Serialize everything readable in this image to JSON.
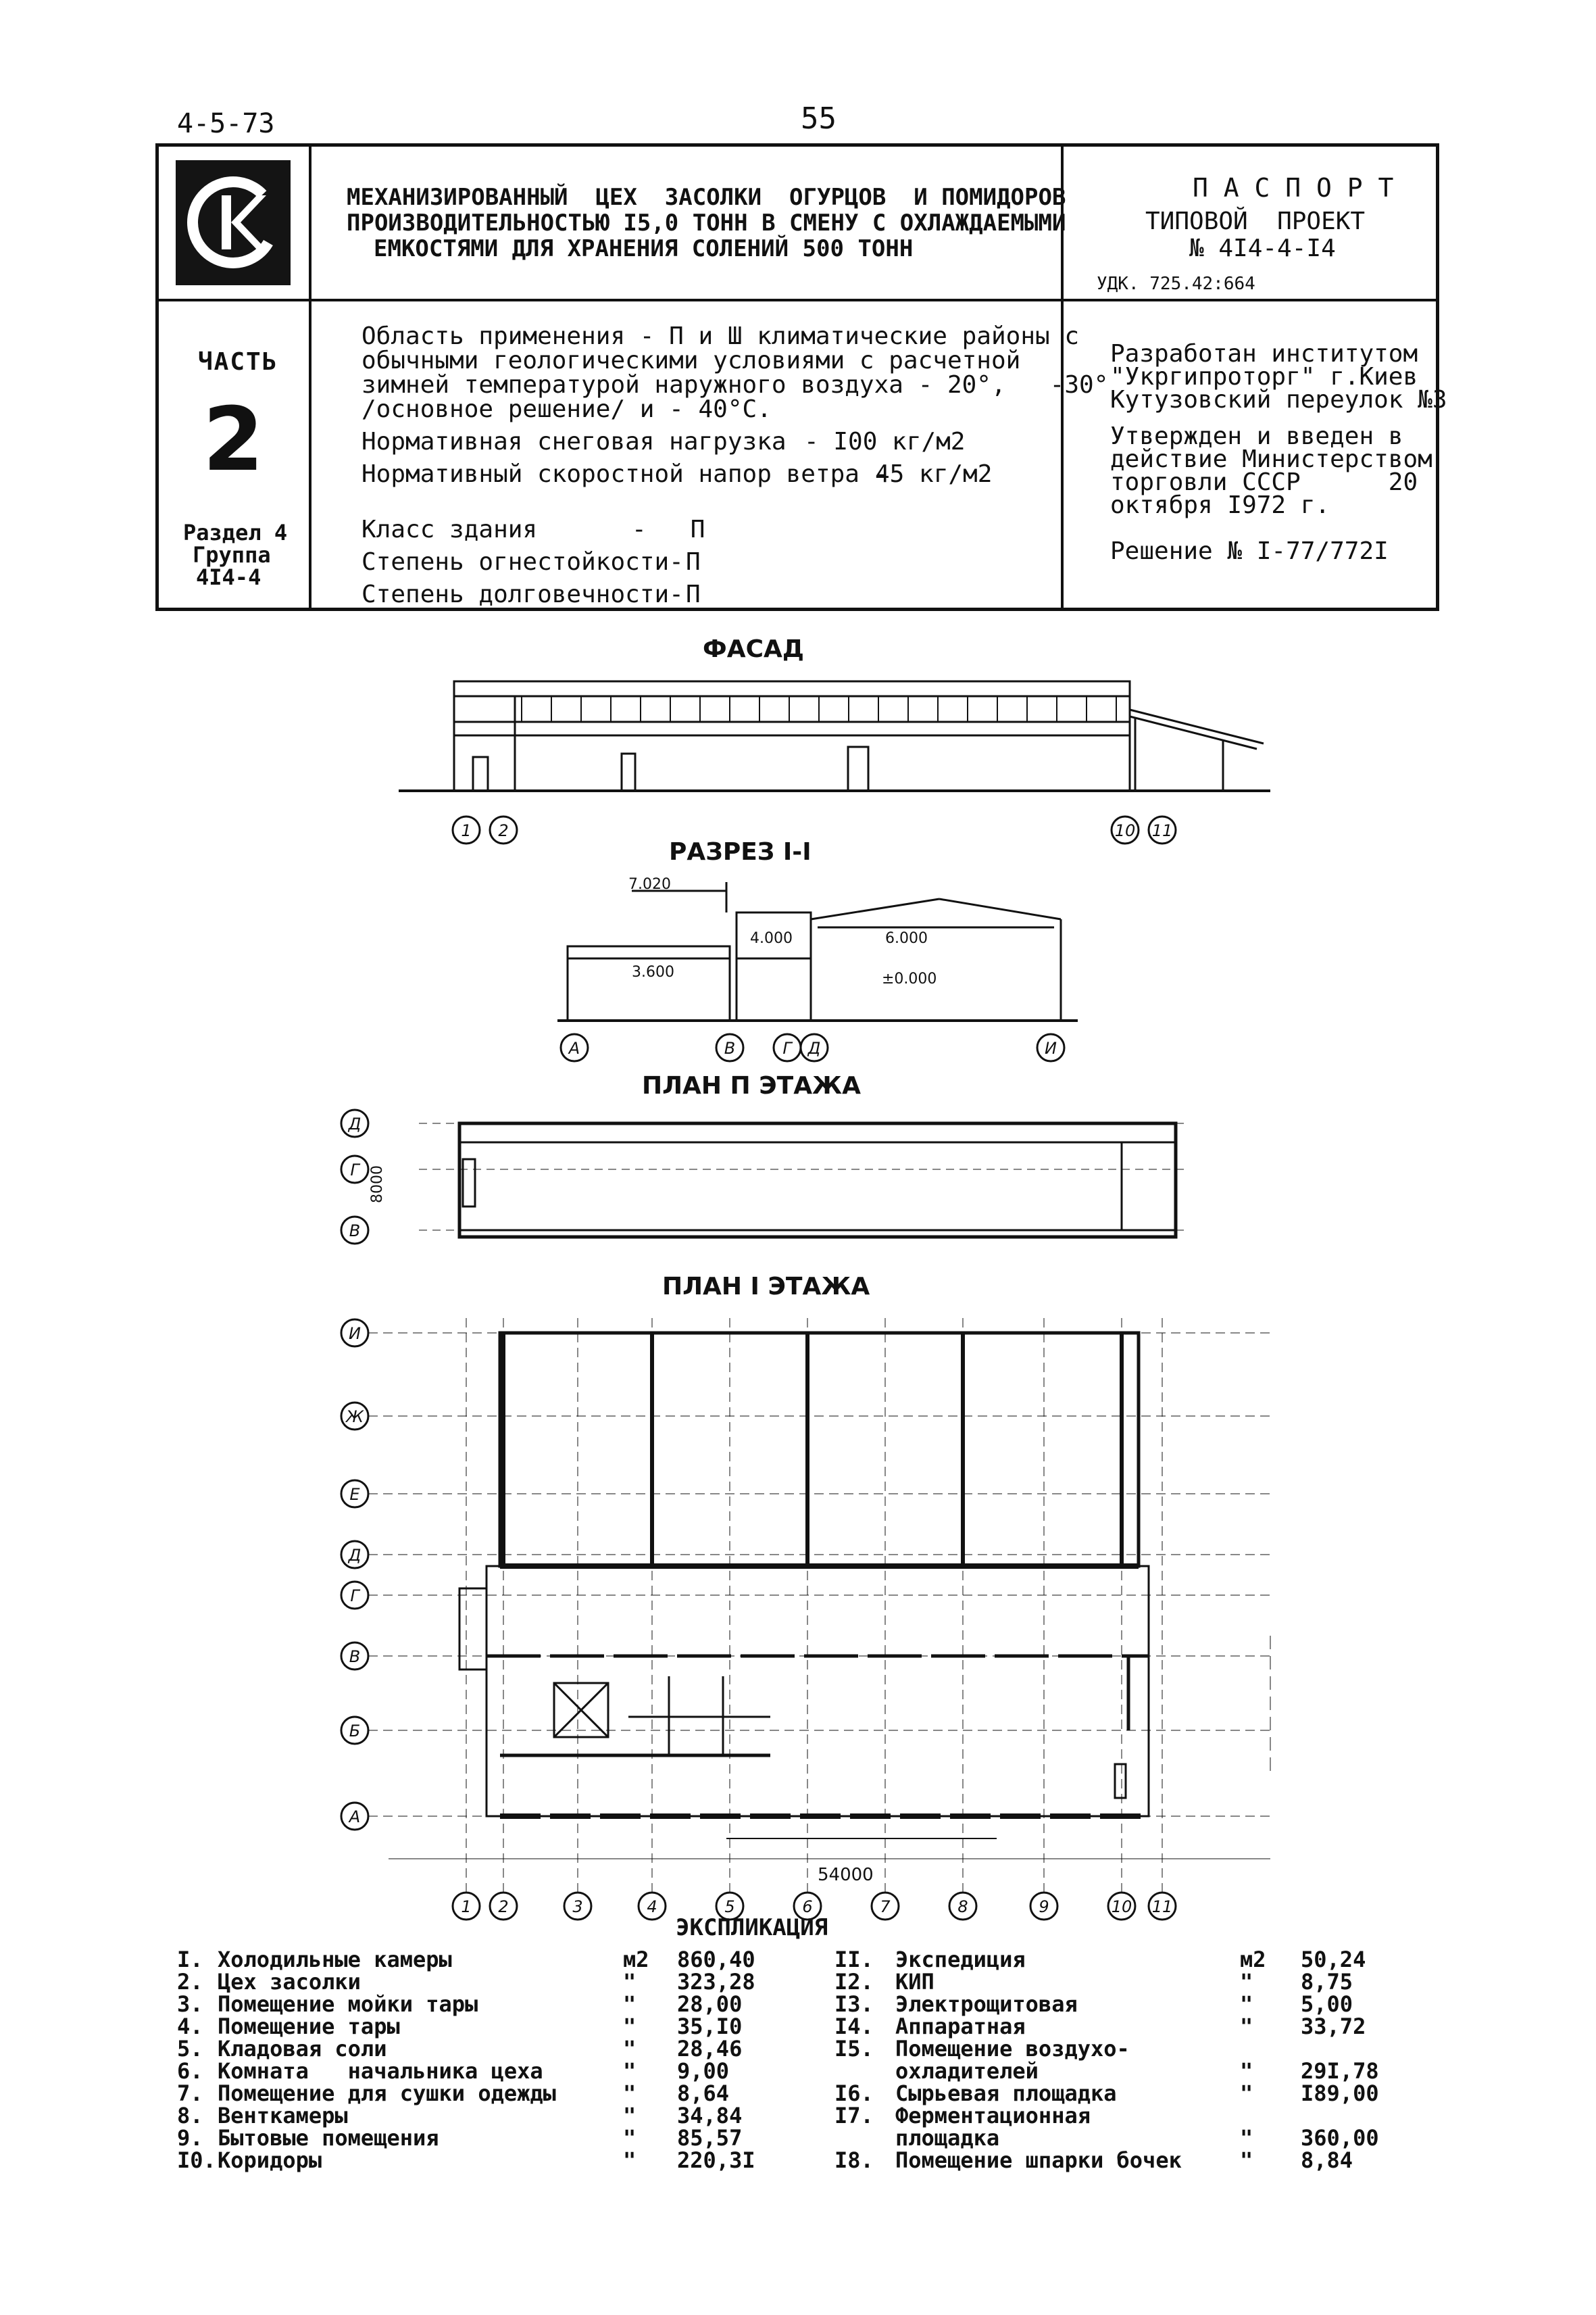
{
  "header": {
    "code": "4-5-73",
    "page": "55"
  },
  "logo": {
    "icon": "sk-emblem-icon"
  },
  "title_lines": [
    "МЕХАНИЗИРОВАННЫЙ  ЦЕХ  ЗАСОЛКИ  ОГУРЦОВ  И ПОМИДОРОВ",
    "ПРОИЗВОДИТЕЛЬНОСТЬЮ I5,0 ТОНН В СМЕНУ С ОХЛАЖДАЕМЫМИ",
    "ЕМКОСТЯМИ ДЛЯ ХРАНЕНИЯ СОЛЕНИЙ 500 ТОНН"
  ],
  "passport": {
    "heading": "П А С П О Р Т",
    "type_label": "ТИПОВОЙ  ПРОЕКТ",
    "number": "№ 4I4-4-I4",
    "udk": "УДК. 725.42:664"
  },
  "part": {
    "label": "ЧАСТЬ",
    "number": "2",
    "section": "Раздел 4",
    "group": "Группа",
    "group_code": "4I4-4"
  },
  "spec": {
    "lines": [
      "Область применения - П и Ш климатические районы с",
      "обычными геологическими условиями с расчетной",
      "зимней температурой наружного воздуха - 20°,   -30°",
      "/основное решение/ и - 40°С."
    ],
    "params": [
      {
        "label": "Нормативная снеговая нагрузка",
        "value": "- I00 кг/м2"
      },
      {
        "label": "Нормативный скоростной напор ветра -",
        "value": "45 кг/м2"
      }
    ],
    "classes": [
      {
        "label": "Класс здания",
        "value": "-   П"
      },
      {
        "label": "Степень огнестойкости-",
        "value": "П"
      },
      {
        "label": "Степень долговечности-",
        "value": "П"
      }
    ]
  },
  "developer": {
    "lines": [
      "Разработан институтом",
      "\"Укргипроторг\" г.Киев",
      "Кутузовский переулок №3"
    ],
    "approval": [
      "Утвержден и введен в",
      "действие Министерством",
      "торговли СССР      20",
      "октября I972 г."
    ],
    "decision": "Решение № I-77/772I"
  },
  "drawings": {
    "facade_title": "ФАСАД",
    "section_title": "РАЗРЕЗ I-I",
    "plan2_title": "ПЛАН П ЭТАЖА",
    "plan1_title": "ПЛАН I ЭТАЖА",
    "section_marks": [
      "7.020",
      "4.000",
      "6.000",
      "3.600",
      "±0.000"
    ],
    "plan1_dimension": "54000",
    "plan2_dimension": "8000",
    "facade_axes": [
      "1",
      "2",
      "10",
      "11"
    ],
    "section_axes": [
      "А",
      "В",
      "Г",
      "Д",
      "И"
    ],
    "plan_rows": [
      "И",
      "Ж",
      "Е",
      "Д",
      "Г",
      "В",
      "Б",
      "А"
    ],
    "plan_cols": [
      "1",
      "2",
      "3",
      "4",
      "5",
      "6",
      "7",
      "8",
      "9",
      "10",
      "11"
    ],
    "plan2_rows": [
      "Д",
      "Г",
      "В"
    ]
  },
  "explication": {
    "title": "ЭКСПЛИКАЦИЯ",
    "left": [
      {
        "n": "I.",
        "name": "Холодильные камеры",
        "unit": "м2",
        "area": "860,40"
      },
      {
        "n": "2.",
        "name": "Цех засолки",
        "unit": "\"",
        "area": "323,28"
      },
      {
        "n": "3.",
        "name": "Помещение мойки тары",
        "unit": "\"",
        "area": "28,00"
      },
      {
        "n": "4.",
        "name": "Помещение тары",
        "unit": "\"",
        "area": "35,I0"
      },
      {
        "n": "5.",
        "name": "Кладовая соли",
        "unit": "\"",
        "area": "28,46"
      },
      {
        "n": "6.",
        "name": "Комната   начальника цеха",
        "unit": "\"",
        "area": "9,00"
      },
      {
        "n": "7.",
        "name": "Помещение для сушки одежды",
        "unit": "\"",
        "area": "8,64"
      },
      {
        "n": "8.",
        "name": "Венткамеры",
        "unit": "\"",
        "area": "34,84"
      },
      {
        "n": "9.",
        "name": "Бытовые помещения",
        "unit": "\"",
        "area": "85,57"
      },
      {
        "n": "I0.",
        "name": "Коридоры",
        "unit": "\"",
        "area": "220,3I"
      }
    ],
    "right": [
      {
        "n": "II.",
        "name": "Экспедиция",
        "unit": "м2",
        "area": "50,24"
      },
      {
        "n": "I2.",
        "name": "КИП",
        "unit": "\"",
        "area": "8,75"
      },
      {
        "n": "I3.",
        "name": "Электрощитовая",
        "unit": "\"",
        "area": "5,00"
      },
      {
        "n": "I4.",
        "name": "Аппаратная",
        "unit": "\"",
        "area": "33,72"
      },
      {
        "n": "I5.",
        "name": "Помещение воздухо-",
        "unit": "",
        "area": ""
      },
      {
        "n": "",
        "name": "охладителей",
        "unit": "\"",
        "area": "29I,78"
      },
      {
        "n": "I6.",
        "name": "Сырьевая площадка",
        "unit": "\"",
        "area": "I89,00"
      },
      {
        "n": "I7.",
        "name": "Ферментационная",
        "unit": "",
        "area": ""
      },
      {
        "n": "",
        "name": "площадка",
        "unit": "\"",
        "area": "360,00"
      },
      {
        "n": "I8.",
        "name": "Помещение шпарки бочек",
        "unit": "\"",
        "area": "8,84"
      }
    ]
  }
}
